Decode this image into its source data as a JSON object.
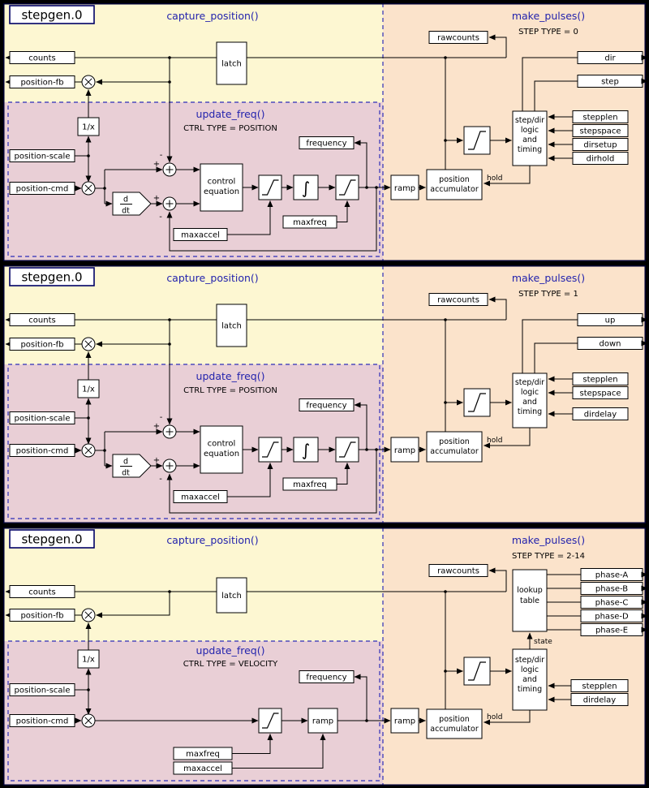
{
  "colors": {
    "background": "#000000",
    "capture_bg": "#fdf7d2",
    "update_bg": "#e9cfd6",
    "pulses_bg": "#fbe3cb",
    "dashed_border": "#2d2db8",
    "section_title": "#2323ad",
    "panel_border": "#000033",
    "title_box_border": "#000066"
  },
  "p1": {
    "title": "stepgen.0",
    "capture": "capture_position()",
    "make": "make_pulses()",
    "steptype": "STEP TYPE = 0",
    "update": "update_freq()",
    "ctrltype": "CTRL TYPE = POSITION",
    "counts": "counts",
    "position_fb": "position-fb",
    "position_scale": "position-scale",
    "position_cmd": "position-cmd",
    "latch": "latch",
    "inv": "1/x",
    "deriv_num": "d",
    "deriv_den": "dt",
    "control1": "control",
    "control2": "equation",
    "integral": "∫",
    "frequency": "frequency",
    "maxfreq": "maxfreq",
    "maxaccel": "maxaccel",
    "ramp": "ramp",
    "acc1": "position",
    "acc2": "accumulator",
    "hold": "hold",
    "rawcounts": "rawcounts",
    "logic1": "step/dir",
    "logic2": "logic",
    "logic3": "and",
    "logic4": "timing",
    "plus": "+",
    "minus": "-",
    "dir": "dir",
    "step": "step",
    "stepplen": "stepplen",
    "stepspace": "stepspace",
    "dirsetup": "dirsetup",
    "dirhold": "dirhold"
  },
  "p2": {
    "title": "stepgen.0",
    "capture": "capture_position()",
    "make": "make_pulses()",
    "steptype": "STEP TYPE = 1",
    "update": "update_freq()",
    "ctrltype": "CTRL TYPE = POSITION",
    "counts": "counts",
    "position_fb": "position-fb",
    "position_scale": "position-scale",
    "position_cmd": "position-cmd",
    "latch": "latch",
    "inv": "1/x",
    "deriv_num": "d",
    "deriv_den": "dt",
    "control1": "control",
    "control2": "equation",
    "integral": "∫",
    "frequency": "frequency",
    "maxfreq": "maxfreq",
    "maxaccel": "maxaccel",
    "ramp": "ramp",
    "acc1": "position",
    "acc2": "accumulator",
    "hold": "hold",
    "rawcounts": "rawcounts",
    "logic1": "step/dir",
    "logic2": "logic",
    "logic3": "and",
    "logic4": "timing",
    "plus": "+",
    "minus": "-",
    "up": "up",
    "down": "down",
    "stepplen": "stepplen",
    "stepspace": "stepspace",
    "dirdelay": "dirdelay"
  },
  "p3": {
    "title": "stepgen.0",
    "capture": "capture_position()",
    "make": "make_pulses()",
    "steptype": "STEP TYPE = 2-14",
    "update": "update_freq()",
    "ctrltype": "CTRL TYPE = VELOCITY",
    "counts": "counts",
    "position_fb": "position-fb",
    "position_scale": "position-scale",
    "position_cmd": "position-cmd",
    "latch": "latch",
    "inv": "1/x",
    "frequency": "frequency",
    "maxfreq": "maxfreq",
    "maxaccel": "maxaccel",
    "ramp": "ramp",
    "acc1": "position",
    "acc2": "accumulator",
    "hold": "hold",
    "rawcounts": "rawcounts",
    "logic1": "step/dir",
    "logic2": "logic",
    "logic3": "and",
    "logic4": "timing",
    "lookup1": "lookup",
    "lookup2": "table",
    "state": "state",
    "phase_a": "phase-A",
    "phase_b": "phase-B",
    "phase_c": "phase-C",
    "phase_d": "phase-D",
    "phase_e": "phase-E",
    "stepplen": "stepplen",
    "dirdelay": "dirdelay"
  }
}
